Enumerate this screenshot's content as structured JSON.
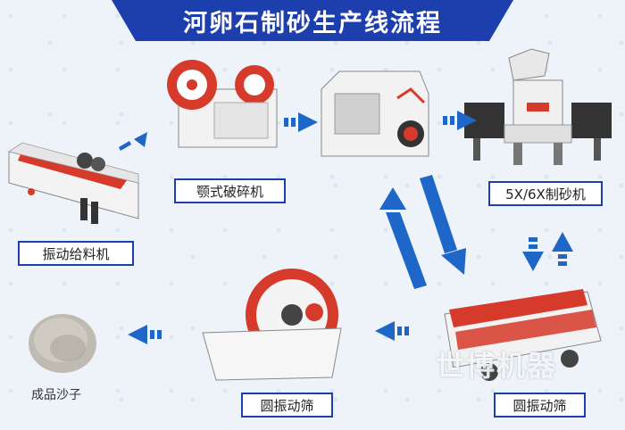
{
  "title": "河卵石制砂生产线流程",
  "machines": {
    "feeder": "振动给料机",
    "jaw_crusher": "颚式破碎机",
    "impact_crusher": "",
    "sand_maker": "5X/6X制砂机",
    "vibrating_screen": "圆振动筛",
    "sand_washer": "圆振动筛",
    "product": "成品沙子"
  },
  "watermark": "世博机器",
  "colors": {
    "banner": "#1d3fae",
    "arrow": "#1f66c9",
    "machine_red": "#d63a2a",
    "machine_body": "#f2f2f2"
  }
}
